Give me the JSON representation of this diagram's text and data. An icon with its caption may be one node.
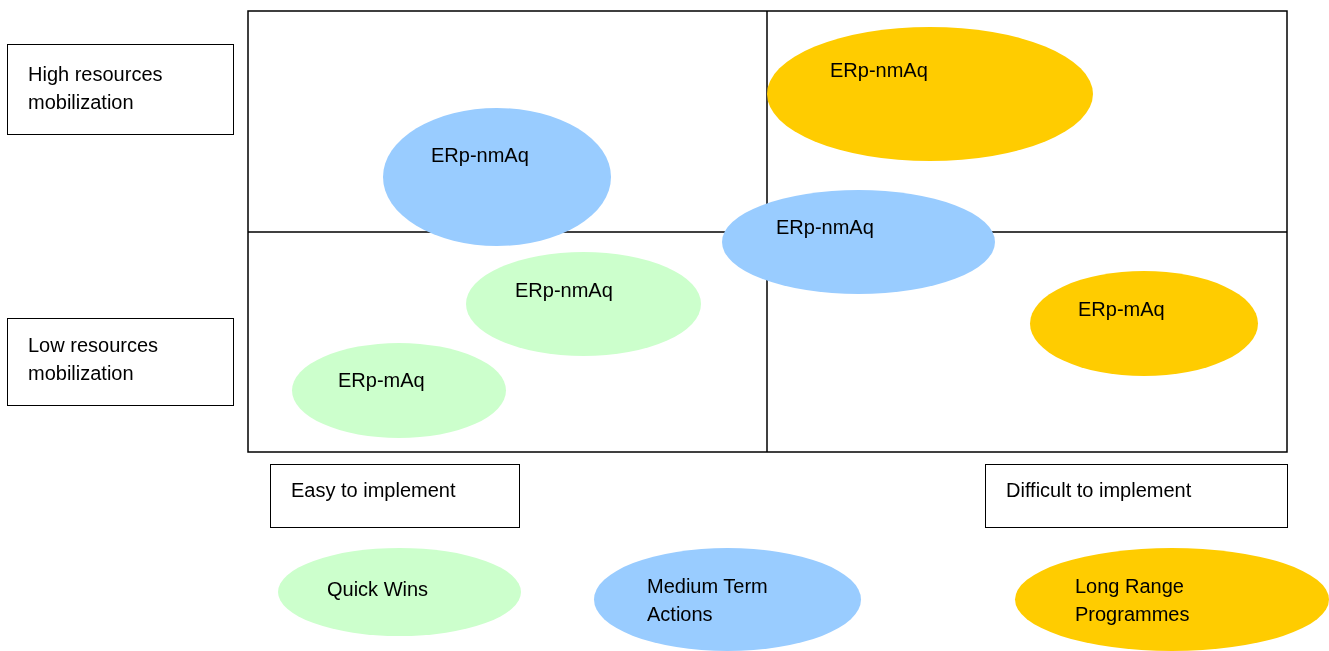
{
  "diagram": {
    "nodes": [
      {
        "text": [
          "High resources mobilization"
        ]
      },
      {
        "text": [
          "ERp-nmAq"
        ]
      },
      {
        "text": [
          "ERp-nmAq"
        ]
      },
      {
        "text": [
          "ERp-nmAq"
        ]
      },
      {
        "text": [
          "ERp-nmAq"
        ]
      },
      {
        "text": [
          "ERp-mAq"
        ]
      },
      {
        "text": [
          "Low resources mobilization"
        ]
      },
      {
        "text": [
          "ERp-mAq"
        ]
      },
      {
        "text": [
          "Easy to implement"
        ]
      },
      {
        "text": [
          "Difficult to implement"
        ]
      },
      {
        "text": [
          "Quick Wins"
        ]
      },
      {
        "text": [
          "Medium Term Actions"
        ]
      },
      {
        "text": [
          "Long Range Programmes"
        ]
      }
    ],
    "edges": []
  }
}
